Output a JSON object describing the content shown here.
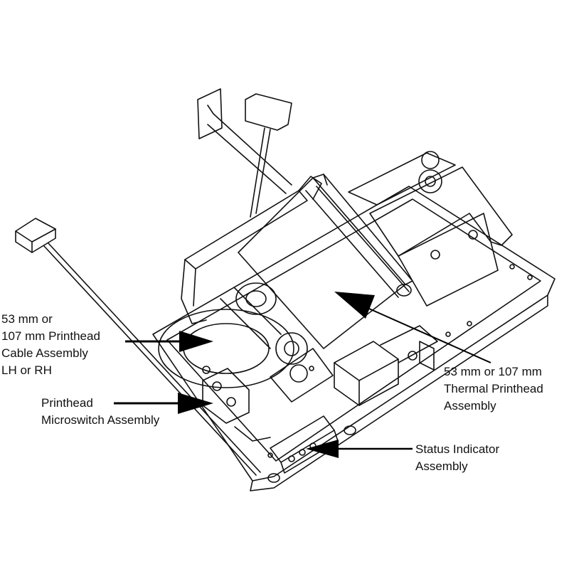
{
  "colors": {
    "line": "#111111",
    "arrow": "#000000",
    "background": "#ffffff"
  },
  "callouts": [
    {
      "id": "cable",
      "lines": [
        "53 mm or",
        "107 mm Printhead",
        "Cable Assembly",
        "LH or RH"
      ]
    },
    {
      "id": "microswitch",
      "lines": [
        "Printhead",
        "Microswitch Assembly"
      ]
    },
    {
      "id": "thermal",
      "lines": [
        "53 mm or 107 mm",
        "Thermal Printhead",
        "Assembly"
      ]
    },
    {
      "id": "status",
      "lines": [
        "Status Indicator",
        "Assembly"
      ]
    }
  ]
}
